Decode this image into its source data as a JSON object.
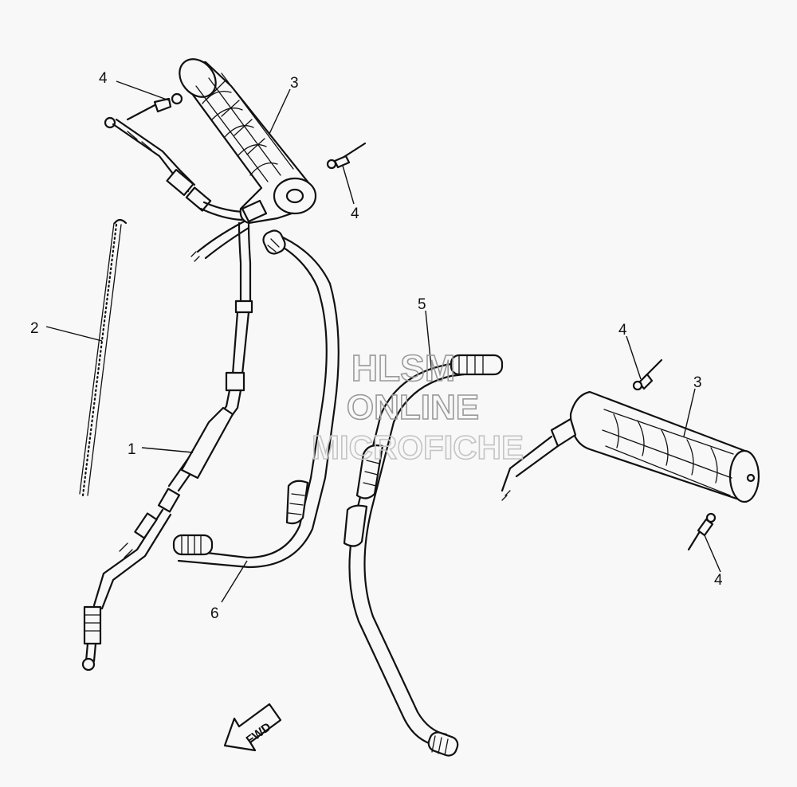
{
  "callouts": {
    "c1": "1",
    "c2": "2",
    "c3_left": "3",
    "c3_right": "3",
    "c4_top_left": "4",
    "c4_left_lower": "4",
    "c4_right_upper": "4",
    "c4_right_lower": "4",
    "c5": "5",
    "c6": "6"
  },
  "watermark": {
    "line1": "HLSM",
    "line2": "ONLINE",
    "line3": "MICROFICHE"
  },
  "direction_arrow": {
    "label": "FWD",
    "icon": "arrow-left-down-icon"
  }
}
